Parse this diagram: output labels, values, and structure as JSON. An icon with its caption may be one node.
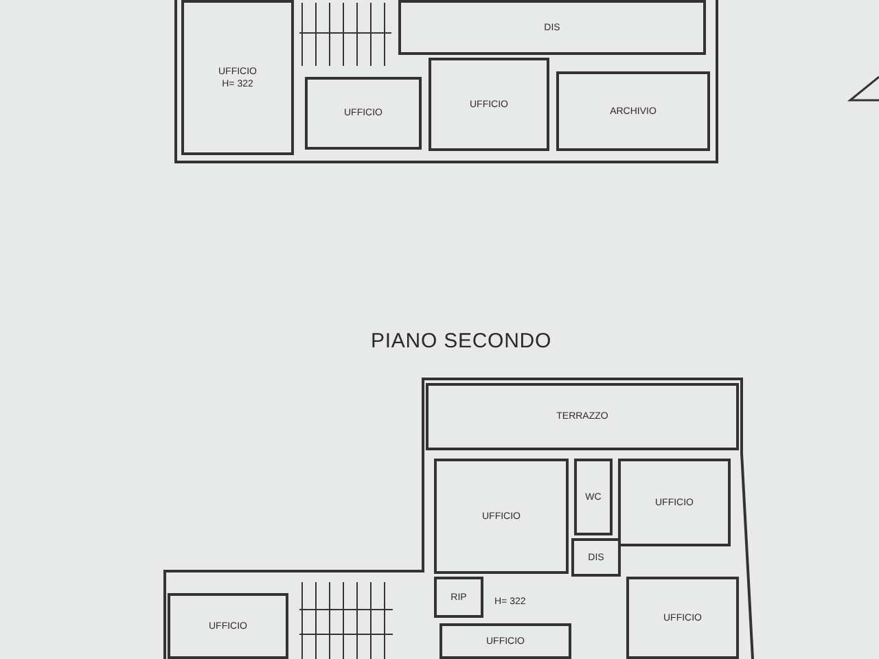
{
  "diagram": {
    "title": "PIANO SECONDO",
    "nodes": [
      {
        "text": [
          "UFFICIO",
          "H= 322"
        ]
      },
      {
        "text": [
          "DIS"
        ]
      },
      {
        "text": [
          "UFFICIO"
        ]
      },
      {
        "text": [
          "UFFICIO"
        ]
      },
      {
        "text": [
          "ARCHIVIO"
        ]
      },
      {
        "text": [
          "TERRAZZO"
        ]
      },
      {
        "text": [
          "UFFICIO"
        ]
      },
      {
        "text": [
          "WC"
        ]
      },
      {
        "text": [
          "UFFICIO"
        ]
      },
      {
        "text": [
          "DIS"
        ]
      },
      {
        "text": [
          "RIP"
        ]
      },
      {
        "text": [
          "UFFICIO"
        ]
      },
      {
        "text": [
          "UFFICIO"
        ]
      },
      {
        "text": [
          "UFFICIO"
        ]
      }
    ],
    "labels": [
      "H= 322"
    ]
  }
}
